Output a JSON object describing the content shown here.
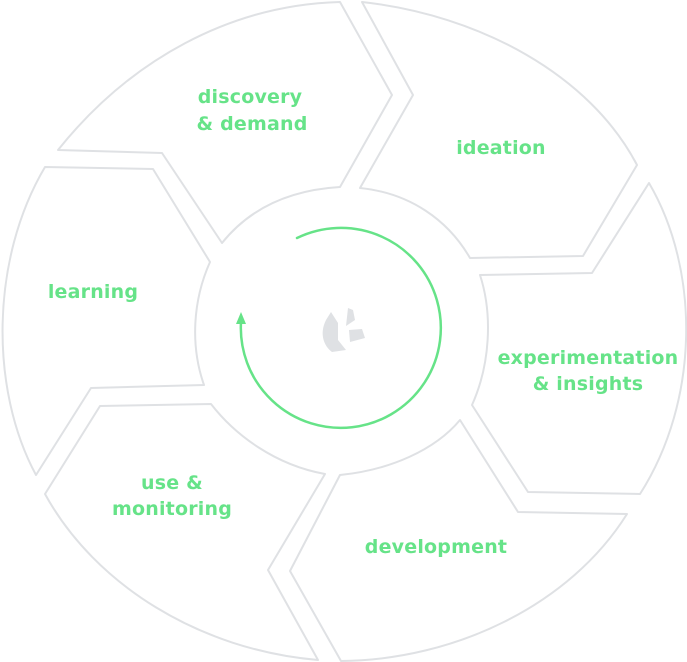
{
  "diagram": {
    "segments": [
      {
        "id": "discovery",
        "line1": "discovery",
        "line2": "& demand"
      },
      {
        "id": "ideation",
        "line1": "ideation",
        "line2": ""
      },
      {
        "id": "experimentation",
        "line1": "experimentation",
        "line2": "& insights"
      },
      {
        "id": "development",
        "line1": "development",
        "line2": ""
      },
      {
        "id": "use",
        "line1": "use &",
        "line2": "monitoring"
      },
      {
        "id": "learning",
        "line1": "learning",
        "line2": ""
      }
    ],
    "colors": {
      "label": "#66e388",
      "segment_outline": "#dfe1e4",
      "cycle_arrow": "#66e388",
      "center_logo": "#dfe1e4"
    },
    "icons": {
      "center": "logo-icon",
      "cycle": "cycle-arrow-icon"
    }
  }
}
